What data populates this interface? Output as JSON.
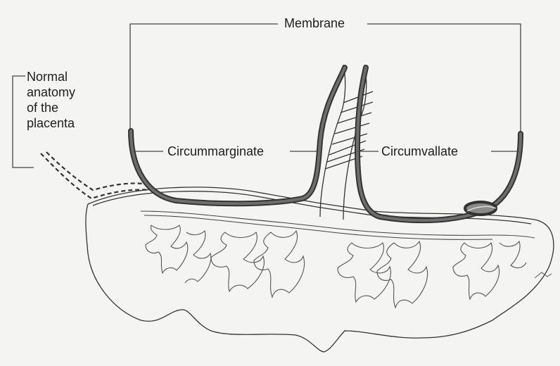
{
  "labels": {
    "membrane": "Membrane",
    "normal_line1": "Normal",
    "normal_line2": "anatomy",
    "normal_line3": "of the",
    "normal_line4": "placenta",
    "circummarginate": "Circummarginate",
    "circumvallate": "Circumvallate"
  },
  "colors": {
    "background": "#f4f4f2",
    "outline": "#3a3a3a",
    "membrane_dark": "#555555",
    "label_text": "#1e1e1e"
  }
}
